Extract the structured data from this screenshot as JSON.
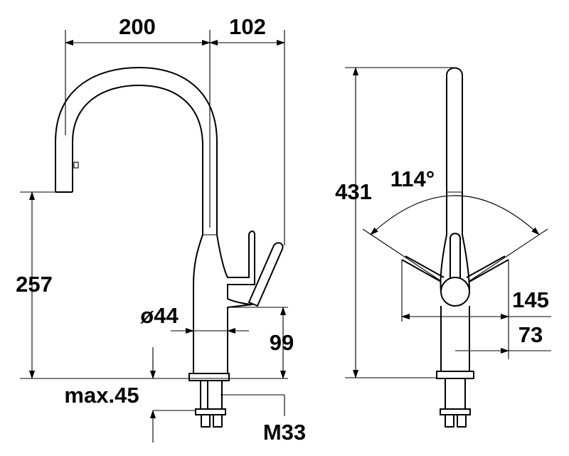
{
  "drawing": {
    "dimensions": {
      "reach": "200",
      "handle_offset": "102",
      "total_height": "431",
      "rotation_angle": "114°",
      "spout_height": "257",
      "body_diameter": "ø44",
      "handle_height": "99",
      "handle_swing": "145",
      "handle_half_swing": "73",
      "max_deck_thickness": "max.45",
      "thread": "M33"
    }
  }
}
